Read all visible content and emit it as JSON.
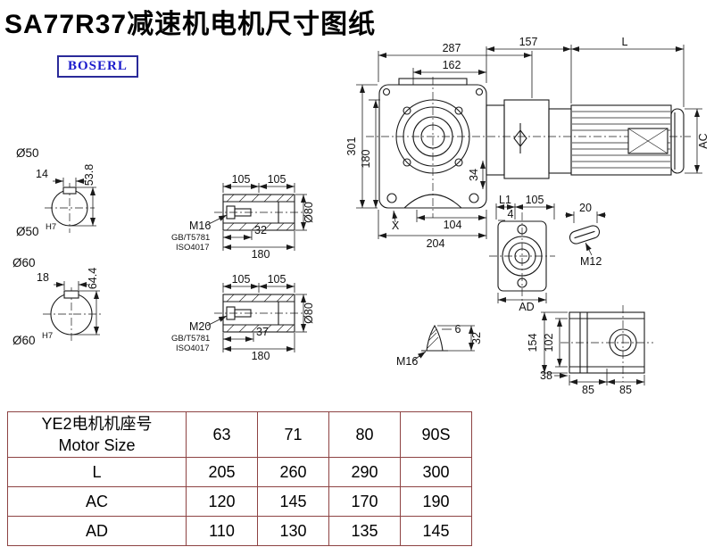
{
  "title": "SA77R37减速机电机尺寸图纸",
  "logo": "BOSERL",
  "colors": {
    "line": "#1a1a1a",
    "table_border": "#8d4343",
    "logo_text": "#1a1acc",
    "logo_border": "#2a2a99",
    "background": "#ffffff"
  },
  "main_view": {
    "dim_287": "287",
    "dim_162": "162",
    "dim_157": "157",
    "dim_L": "L",
    "dim_301": "301",
    "dim_180": "180",
    "dim_34": "34",
    "dim_104": "104",
    "dim_204": "204",
    "dim_AC": "AC",
    "label_X": "X"
  },
  "solid_shaft_views": {
    "upper": {
      "label": "Ø50",
      "key_width": "14",
      "key_height": "53.8",
      "bore_label": "Ø50",
      "bore_tol": "H7"
    },
    "lower": {
      "label": "Ø60",
      "key_width": "18",
      "key_height": "64.4",
      "bore_label": "Ø60",
      "bore_tol": "H7"
    }
  },
  "hollow_shaft_views": {
    "upper": {
      "dim_a": "105",
      "dim_b": "105",
      "thread": "M16",
      "std_1": "GB/T5781",
      "std_2": "ISO4017",
      "thread_depth": "32",
      "length": "180",
      "dia": "Ø80"
    },
    "lower": {
      "dim_a": "105",
      "dim_b": "105",
      "thread": "M20",
      "std_1": "GB/T5781",
      "std_2": "ISO4017",
      "thread_depth": "37",
      "length": "180",
      "dia": "Ø80"
    }
  },
  "output_flange_view": {
    "dim_L1": "L1",
    "dim_105": "105",
    "dim_4": "4",
    "dim_AD": "AD"
  },
  "key_detail": {
    "dim_20": "20",
    "thread": "M12"
  },
  "plug_detail": {
    "dim_6": "6",
    "dim_32": "32",
    "thread": "M16"
  },
  "foot_view": {
    "dim_154": "154",
    "dim_102": "102",
    "dim_38": "38",
    "dim_85a": "85",
    "dim_85b": "85"
  },
  "table": {
    "header_cn": "YE2电机机座号",
    "header_en": "Motor Size",
    "sizes": [
      "63",
      "71",
      "80",
      "90S"
    ],
    "rows": [
      {
        "label": "L",
        "values": [
          "205",
          "260",
          "290",
          "300"
        ]
      },
      {
        "label": "AC",
        "values": [
          "120",
          "145",
          "170",
          "190"
        ]
      },
      {
        "label": "AD",
        "values": [
          "110",
          "130",
          "135",
          "145"
        ]
      }
    ]
  }
}
